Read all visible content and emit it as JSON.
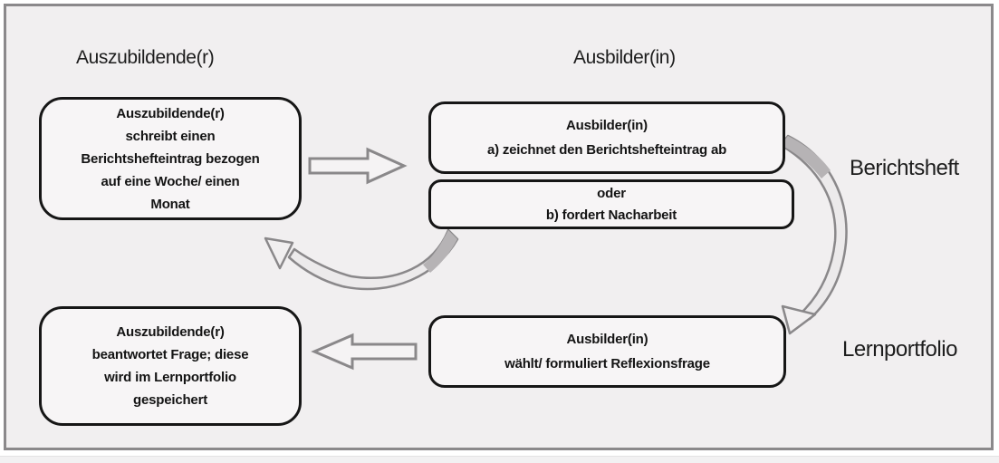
{
  "colors": {
    "background": "#f1eff0",
    "box_fill": "#f7f5f6",
    "box_border": "#161616",
    "arrow_stroke": "#8a888a",
    "arrow_shade": "#b6b3b5",
    "frame_border": "#8b898b",
    "text": "#1c1c1c"
  },
  "headings": {
    "left": "Auszubildende(r)",
    "right": "Ausbilder(in)"
  },
  "boxes": {
    "azubi_schreibt": "Auszubildende(r)\nschreibt einen\nBerichtshefteintrag bezogen\nauf eine Woche/ einen\nMonat",
    "ausbilder_zeichnet": "Ausbilder(in)\na) zeichnet den Berichtshefteintrag ab",
    "oder_nacharbeit": "oder\nb) fordert Nacharbeit",
    "ausbilder_reflexionsfrage": "Ausbilder(in)\nwählt/ formuliert Reflexionsfrage",
    "azubi_beantwortet": "Auszubildende(r)\nbeantwortet Frage; diese\nwird im Lernportfolio\ngespeichert"
  },
  "side_labels": {
    "berichtsheft": "Berichtsheft",
    "lernportfolio": "Lernportfolio"
  },
  "icons": {
    "flow_right": "block-arrow-right",
    "flow_left": "block-arrow-left",
    "berichtsheft_flow": "curved-arrow-down",
    "feedback_loop": "curved-arrow-up-left"
  }
}
